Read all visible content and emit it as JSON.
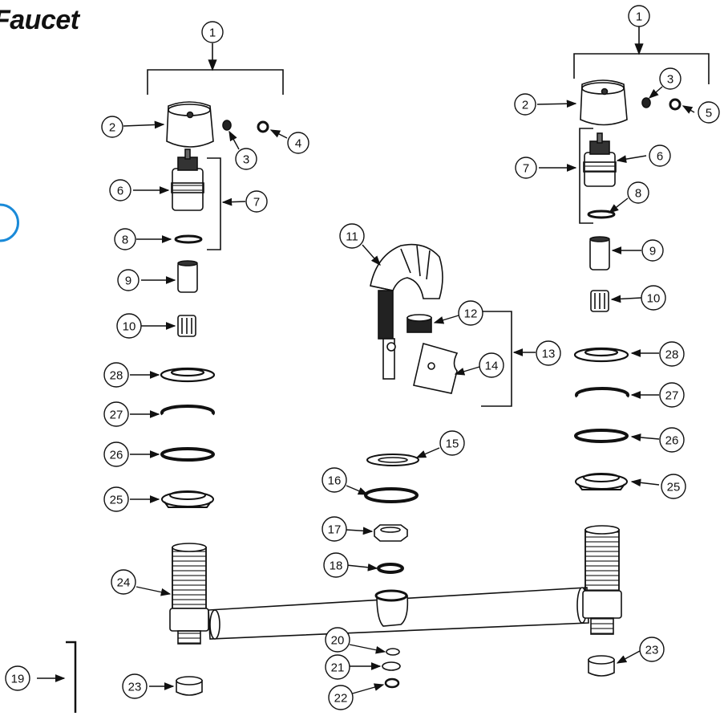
{
  "title": "Faucet",
  "callouts": [
    {
      "id": "c1a",
      "label": "1"
    },
    {
      "id": "c1b",
      "label": "1"
    },
    {
      "id": "c2a",
      "label": "2"
    },
    {
      "id": "c2b",
      "label": "2"
    },
    {
      "id": "c3a",
      "label": "3"
    },
    {
      "id": "c3b",
      "label": "3"
    },
    {
      "id": "c4",
      "label": "4"
    },
    {
      "id": "c5",
      "label": "5"
    },
    {
      "id": "c6a",
      "label": "6"
    },
    {
      "id": "c6b",
      "label": "6"
    },
    {
      "id": "c7a",
      "label": "7"
    },
    {
      "id": "c7b",
      "label": "7"
    },
    {
      "id": "c8a",
      "label": "8"
    },
    {
      "id": "c8b",
      "label": "8"
    },
    {
      "id": "c9a",
      "label": "9"
    },
    {
      "id": "c9b",
      "label": "9"
    },
    {
      "id": "c10a",
      "label": "10"
    },
    {
      "id": "c10b",
      "label": "10"
    },
    {
      "id": "c11",
      "label": "11"
    },
    {
      "id": "c12",
      "label": "12"
    },
    {
      "id": "c13",
      "label": "13"
    },
    {
      "id": "c14",
      "label": "14"
    },
    {
      "id": "c15",
      "label": "15"
    },
    {
      "id": "c16",
      "label": "16"
    },
    {
      "id": "c17",
      "label": "17"
    },
    {
      "id": "c18",
      "label": "18"
    },
    {
      "id": "c19",
      "label": "19"
    },
    {
      "id": "c20",
      "label": "20"
    },
    {
      "id": "c21",
      "label": "21"
    },
    {
      "id": "c22",
      "label": "22"
    },
    {
      "id": "c23a",
      "label": "23"
    },
    {
      "id": "c23b",
      "label": "23"
    },
    {
      "id": "c24",
      "label": "24"
    },
    {
      "id": "c25a",
      "label": "25"
    },
    {
      "id": "c25b",
      "label": "25"
    },
    {
      "id": "c26a",
      "label": "26"
    },
    {
      "id": "c26b",
      "label": "26"
    },
    {
      "id": "c27a",
      "label": "27"
    },
    {
      "id": "c27b",
      "label": "27"
    },
    {
      "id": "c28a",
      "label": "28"
    },
    {
      "id": "c28b",
      "label": "28"
    }
  ]
}
